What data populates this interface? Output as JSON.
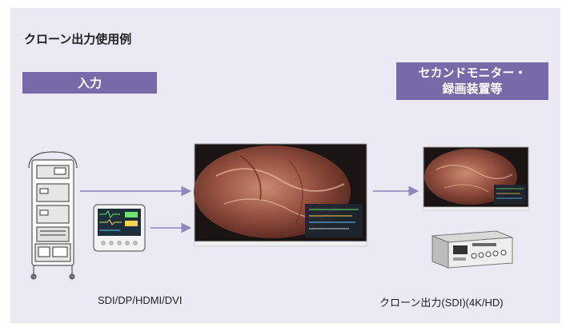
{
  "title": "クローン出力使用例",
  "input_label": "入力",
  "output_label_line1": "セカンドモニター・",
  "output_label_line2": "録画装置等",
  "input_caption": "SDI/DP/HDMI/DVI",
  "output_caption": "クローン出力(SDI)(4K/HD)",
  "colors": {
    "panel_bg": "#ebe9f3",
    "label_bg": "#766aa8",
    "arrow": "#8e86bd",
    "tissue": "#8a4638"
  },
  "icons": [
    "endoscope-tower-icon",
    "patient-monitor-icon",
    "main-monitor-icon",
    "second-monitor-icon",
    "recorder-icon"
  ]
}
